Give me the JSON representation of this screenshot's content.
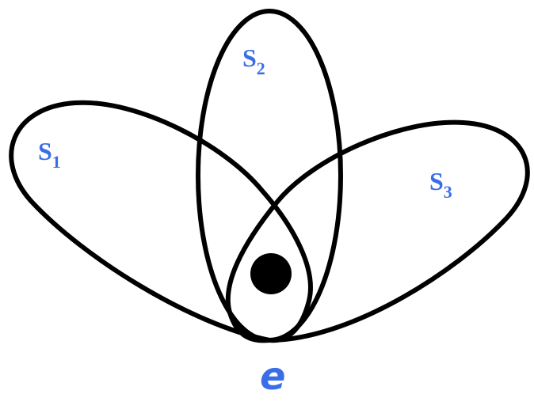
{
  "diagram": {
    "sets": [
      {
        "letter": "S",
        "index": "1"
      },
      {
        "letter": "S",
        "index": "2"
      },
      {
        "letter": "S",
        "index": "3"
      }
    ],
    "element": {
      "label": "e"
    },
    "colors": {
      "outline": "#000000",
      "label": "#3a6ee8",
      "point": "#000000"
    }
  }
}
